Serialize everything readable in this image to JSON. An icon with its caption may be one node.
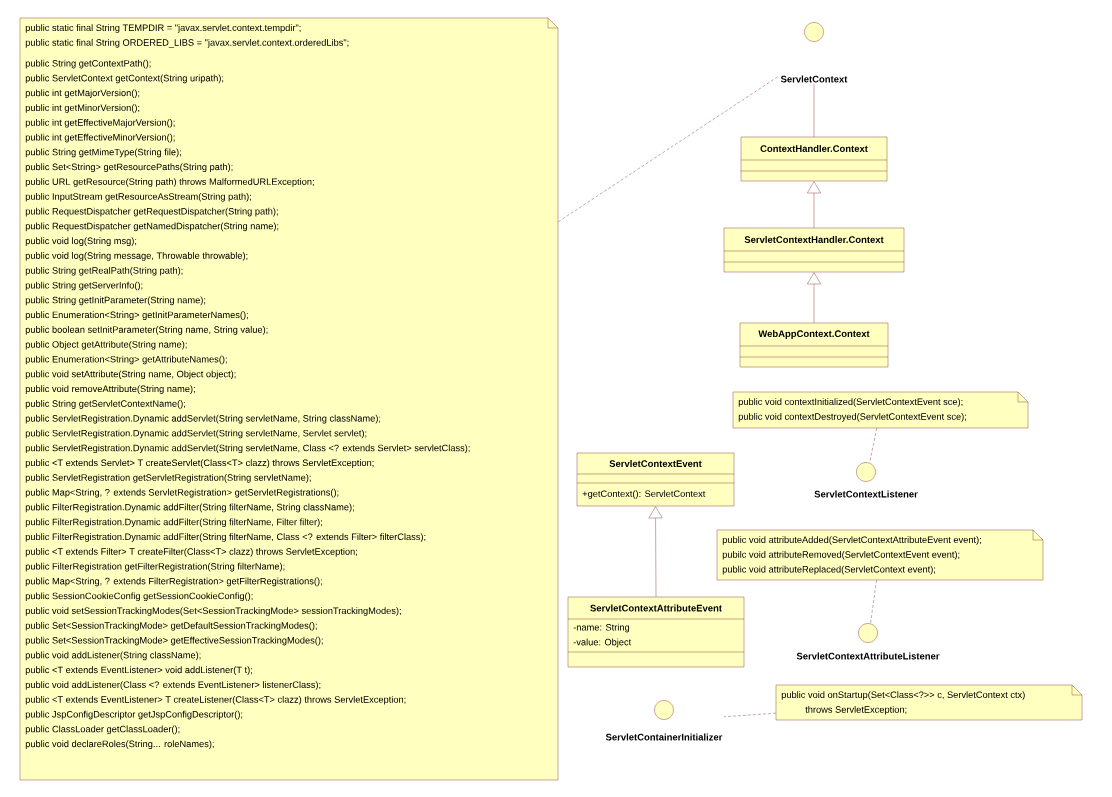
{
  "diagram": {
    "nodes": [
      {
        "text": [
          "public static final String TEMPDIR = \"javax.servlet.context.tempdir\";",
          "public static final String ORDERED_LIBS = \"javax.servlet.context.orderedLibs\";",
          "public String getContextPath();",
          "public ServletContext getContext(String uripath);",
          "public int getMajorVersion();",
          "public int getMinorVersion();",
          "public int getEffectiveMajorVersion();",
          "public int getEffectiveMinorVersion();",
          "public String getMimeType(String file);",
          "public Set<String> getResourcePaths(String path);",
          "public URL getResource(String path) throws MalformedURLException;",
          "public InputStream getResourceAsStream(String path);",
          "public RequestDispatcher getRequestDispatcher(String path);",
          "public RequestDispatcher getNamedDispatcher(String name);",
          "public void log(String msg);",
          "public void log(String message, Throwable throwable);",
          "public String getRealPath(String path);",
          "public String getServerInfo();",
          "public String getInitParameter(String name);",
          "public Enumeration<String> getInitParameterNames();",
          "public boolean setInitParameter(String name, String value);",
          "public Object getAttribute(String name);",
          "public Enumeration<String> getAttributeNames();",
          "public void setAttribute(String name, Object object);",
          "public void removeAttribute(String name);",
          "public String getServletContextName();",
          "public ServletRegistration.Dynamic addServlet(String servletName, String className);",
          "public ServletRegistration.Dynamic addServlet(String servletName, Servlet servlet);",
          "public ServletRegistration.Dynamic addServlet(String servletName, Class <? extends Servlet> servletClass);",
          "public <T extends Servlet> T createServlet(Class<T> clazz) throws ServletException;",
          "public ServletRegistration getServletRegistration(String servletName);",
          "public Map<String, ? extends ServletRegistration> getServletRegistrations();",
          "public FilterRegistration.Dynamic addFilter(String filterName, String className);",
          "public FilterRegistration.Dynamic addFilter(String filterName, Filter filter);",
          "public FilterRegistration.Dynamic addFilter(String filterName, Class <? extends Filter> filterClass);",
          "public <T extends Filter> T createFilter(Class<T> clazz) throws ServletException;",
          "public FilterRegistration getFilterRegistration(String filterName);",
          "public Map<String, ? extends FilterRegistration> getFilterRegistrations();",
          "public SessionCookieConfig getSessionCookieConfig();",
          "public void setSessionTrackingModes(Set<SessionTrackingMode> sessionTrackingModes);",
          "public Set<SessionTrackingMode> getDefaultSessionTrackingModes();",
          "public Set<SessionTrackingMode> getEffectiveSessionTrackingModes();",
          "public void addListener(String className);",
          "public <T extends EventListener> void addListener(T t);",
          "public void addListener(Class <? extends EventListener> listenerClass);",
          "public <T extends EventListener> T createListener(Class<T> clazz) throws ServletException;",
          "public JspConfigDescriptor getJspConfigDescriptor();",
          "public ClassLoader getClassLoader();",
          "public void declareRoles(String... roleNames);"
        ]
      },
      {
        "text": [
          "ServletContext"
        ]
      },
      {
        "text": [
          "ContextHandler.Context"
        ]
      },
      {
        "text": [
          "ServletContextHandler.Context"
        ]
      },
      {
        "text": [
          "WebAppContext.Context"
        ]
      },
      {
        "text": [
          "public void contextInitialized(ServletContextEvent sce);",
          "public void contextDestroyed(ServletContextEvent sce);"
        ]
      },
      {
        "text": [
          "ServletContextListener"
        ]
      },
      {
        "text": [
          "ServletContextEvent",
          "+getContext(): ServletContext"
        ]
      },
      {
        "text": [
          "public void attributeAdded(ServletContextAttributeEvent event);",
          "pubilc void attributeRemoved(ServletContextEvent event);",
          "public void attributeReplaced(ServletContext event);"
        ]
      },
      {
        "text": [
          "ServletContextAttributeEvent",
          "-name: String",
          "-value: Object"
        ]
      },
      {
        "text": [
          "ServletContextAttributeListener"
        ]
      },
      {
        "text": [
          "ServletContainerInitializer"
        ]
      },
      {
        "text": [
          "public void onStartup(Set<Class<?>> c, ServletContext ctx)",
          "throws ServletException;"
        ]
      }
    ],
    "edges": [
      {
        "from": 0,
        "to": 1,
        "arrow": "none",
        "style": "dashed"
      },
      {
        "from": 1,
        "to": 2,
        "arrow": "none"
      },
      {
        "from": 3,
        "to": 2,
        "arrow": "to"
      },
      {
        "from": 4,
        "to": 3,
        "arrow": "to"
      },
      {
        "from": 5,
        "to": 6,
        "arrow": "none",
        "style": "dashed"
      },
      {
        "from": 9,
        "to": 7,
        "arrow": "to"
      },
      {
        "from": 8,
        "to": 10,
        "arrow": "none",
        "style": "dashed"
      },
      {
        "from": 12,
        "to": 11,
        "arrow": "none",
        "style": "dashed"
      }
    ]
  }
}
